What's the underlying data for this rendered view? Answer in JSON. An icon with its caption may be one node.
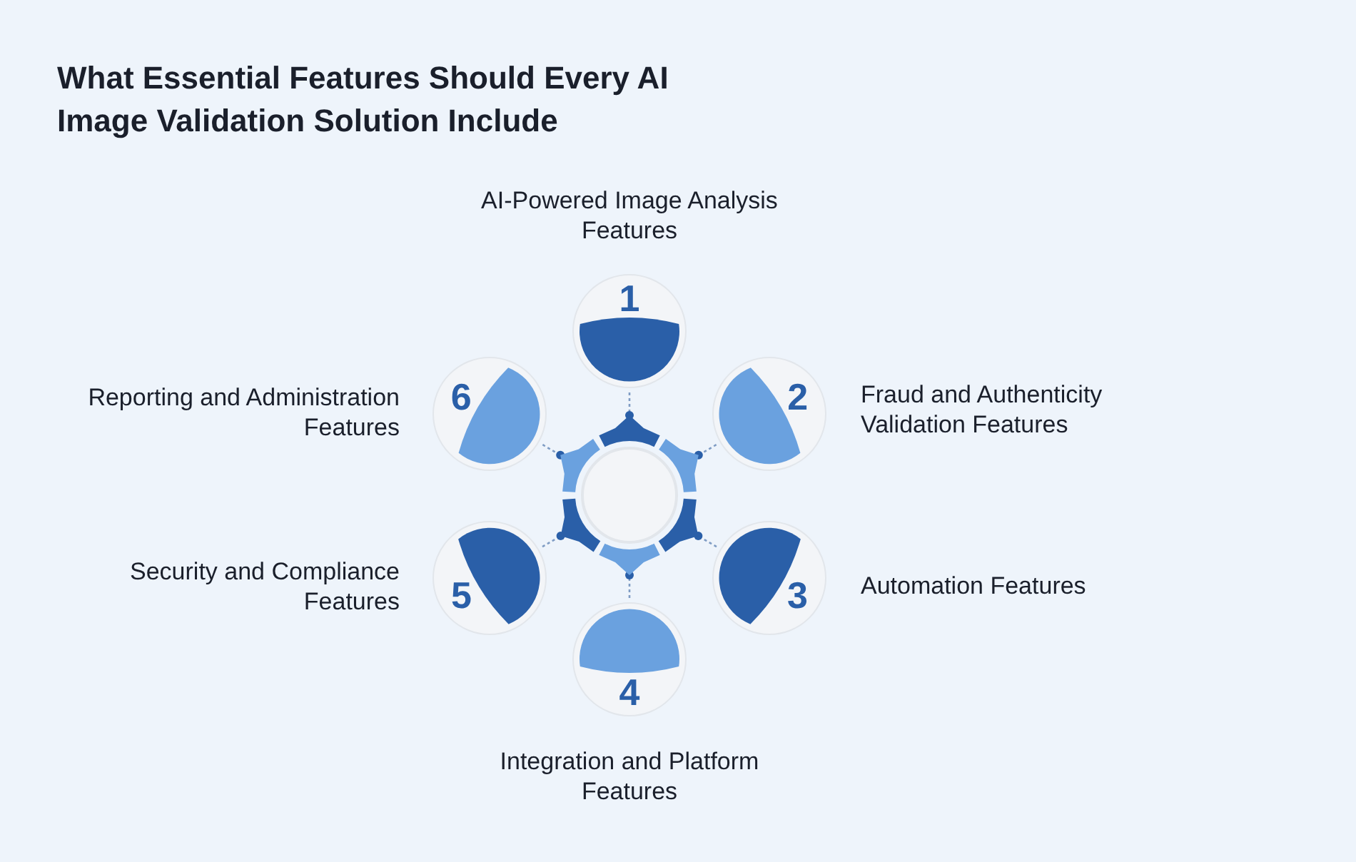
{
  "diagram": {
    "title": "What Essential Features Should Every AI Image Validation Solution Include",
    "nodes": [
      {
        "text": [
          "1"
        ],
        "beside": [
          "AI-Powered Image Analysis Features"
        ]
      },
      {
        "text": [
          "2"
        ],
        "beside": [
          "Fraud and Authenticity Validation Features"
        ]
      },
      {
        "text": [
          "3"
        ],
        "beside": [
          "Automation Features"
        ]
      },
      {
        "text": [
          "4"
        ],
        "beside": [
          "Integration and Platform Features"
        ]
      },
      {
        "text": [
          "5"
        ],
        "beside": [
          "Security and Compliance Features"
        ]
      },
      {
        "text": [
          "6"
        ],
        "beside": [
          "Reporting and Administration Features"
        ]
      },
      {
        "text": [],
        "shape": "circle"
      }
    ],
    "edges": [
      {
        "from": 0,
        "to": 6,
        "arrow": "other",
        "style": "dashed"
      },
      {
        "from": 1,
        "to": 6,
        "arrow": "other",
        "style": "dashed"
      },
      {
        "from": 2,
        "to": 6,
        "arrow": "other",
        "style": "dashed"
      },
      {
        "from": 3,
        "to": 6,
        "arrow": "other",
        "style": "dashed"
      },
      {
        "from": 4,
        "to": 6,
        "arrow": "other",
        "style": "dashed"
      },
      {
        "from": 5,
        "to": 6,
        "arrow": "other",
        "style": "dashed"
      }
    ]
  }
}
